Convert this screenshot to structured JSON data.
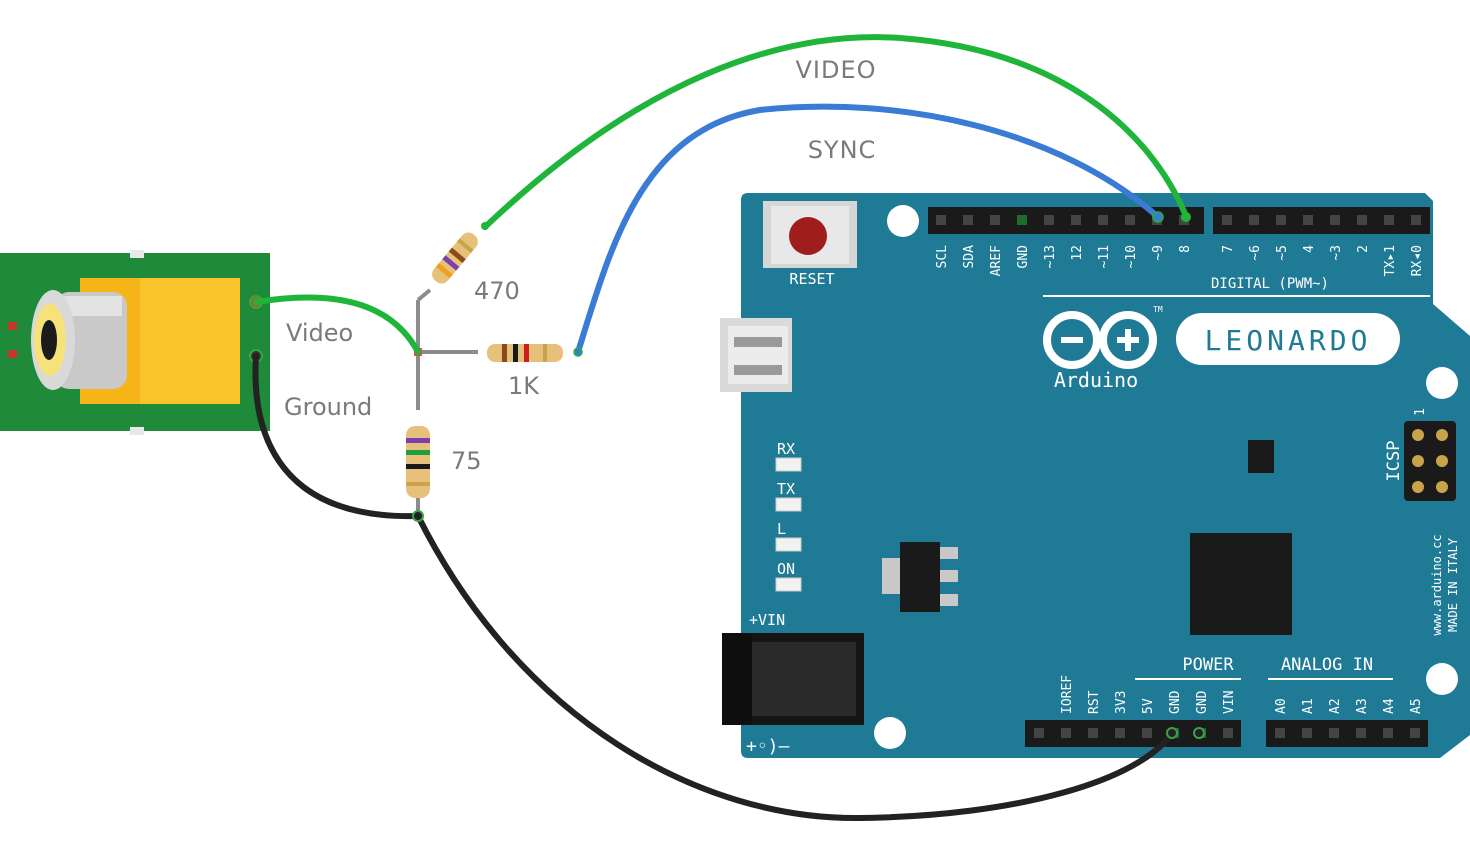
{
  "wire_labels": {
    "video": "VIDEO",
    "sync": "SYNC"
  },
  "connector_labels": {
    "video": "Video",
    "ground": "Ground"
  },
  "resistors": [
    {
      "value": "470"
    },
    {
      "value": "1K"
    },
    {
      "value": "75"
    }
  ],
  "board": {
    "reset_label": "RESET",
    "brand": "Arduino",
    "model": "LEONARDO",
    "trademark": "TM",
    "digital_header_label": "DIGITAL (PWM~)",
    "digital_pins_left": [
      "SCL",
      "SDA",
      "AREF",
      "GND",
      "~13",
      "12",
      "~11",
      "~10",
      "~9",
      "8"
    ],
    "digital_pins_right": [
      "7",
      "~6",
      "~5",
      "4",
      "~3",
      "2",
      "TX▸1",
      "RX◂0"
    ],
    "leds": [
      "RX",
      "TX",
      "L",
      "ON"
    ],
    "icsp_label": "ICSP",
    "icsp_pin1": "1",
    "vin_label": "+VIN",
    "power_header_label": "POWER",
    "analog_header_label": "ANALOG IN",
    "power_pins": [
      "IOREF",
      "RST",
      "3V3",
      "5V",
      "GND",
      "GND",
      "VIN"
    ],
    "analog_pins": [
      "A0",
      "A1",
      "A2",
      "A3",
      "A4",
      "A5"
    ],
    "website": "www.arduino.cc",
    "made_in": "MADE IN ITALY",
    "polarity_symbol": "+◦)–"
  },
  "colors": {
    "board": "#1f7a96",
    "video_wire": "#1fb53a",
    "sync_wire": "#3a7bd5",
    "ground_wire": "#222222",
    "pcb_green": "#1e8a3a",
    "rca_yellow": "#f5b417"
  }
}
